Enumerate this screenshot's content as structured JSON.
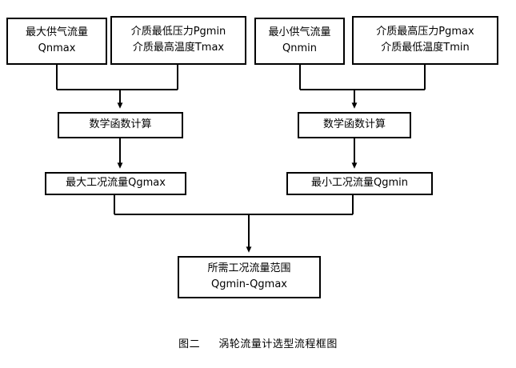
{
  "figure": {
    "caption_label": "图二",
    "caption_text": "涡轮流量计选型流程框图",
    "line_color": "#000000",
    "background_color": "#ffffff"
  },
  "nodes": {
    "qnmax": {
      "line1": "最大供气流量",
      "line2": "Qnmax"
    },
    "pgmin_tmax": {
      "line1": "介质最低压力Pgmin",
      "line2": "介质最高温度Tmax"
    },
    "qnmin": {
      "line1": "最小供气流量",
      "line2": "Qnmin"
    },
    "pgmax_tmin": {
      "line1": "介质最高压力Pgmax",
      "line2": "介质最低温度Tmin"
    },
    "calc_left": {
      "line1": "数学函数计算"
    },
    "calc_right": {
      "line1": "数学函数计算"
    },
    "qgmax": {
      "line1": "最大工况流量Qgmax"
    },
    "qgmin": {
      "line1": "最小工况流量Qgmin"
    },
    "result": {
      "line1": "所需工况流量范围",
      "line2": "Qgmin-Qgmax"
    }
  },
  "chart_data": {
    "type": "diagram",
    "title": "涡轮流量计选型流程框图",
    "nodes": [
      {
        "id": "qnmax",
        "label": "最大供气流量 Qnmax",
        "row": 1
      },
      {
        "id": "pgmin_tmax",
        "label": "介质最低压力Pgmin 介质最高温度Tmax",
        "row": 1
      },
      {
        "id": "qnmin",
        "label": "最小供气流量 Qnmin",
        "row": 1
      },
      {
        "id": "pgmax_tmin",
        "label": "介质最高压力Pgmax 介质最低温度Tmin",
        "row": 1
      },
      {
        "id": "calc_left",
        "label": "数学函数计算",
        "row": 2
      },
      {
        "id": "calc_right",
        "label": "数学函数计算",
        "row": 2
      },
      {
        "id": "qgmax",
        "label": "最大工况流量Qgmax",
        "row": 3
      },
      {
        "id": "qgmin",
        "label": "最小工况流量Qgmin",
        "row": 3
      },
      {
        "id": "result",
        "label": "所需工况流量范围 Qgmin-Qgmax",
        "row": 4
      }
    ],
    "edges": [
      {
        "from": "qnmax",
        "to": "calc_left",
        "arrow": true
      },
      {
        "from": "pgmin_tmax",
        "to": "calc_left",
        "arrow": true
      },
      {
        "from": "qnmin",
        "to": "calc_right",
        "arrow": true
      },
      {
        "from": "pgmax_tmin",
        "to": "calc_right",
        "arrow": true
      },
      {
        "from": "calc_left",
        "to": "qgmax",
        "arrow": true
      },
      {
        "from": "calc_right",
        "to": "qgmin",
        "arrow": true
      },
      {
        "from": "qgmax",
        "to": "result",
        "arrow": true
      },
      {
        "from": "qgmin",
        "to": "result",
        "arrow": true
      }
    ]
  }
}
